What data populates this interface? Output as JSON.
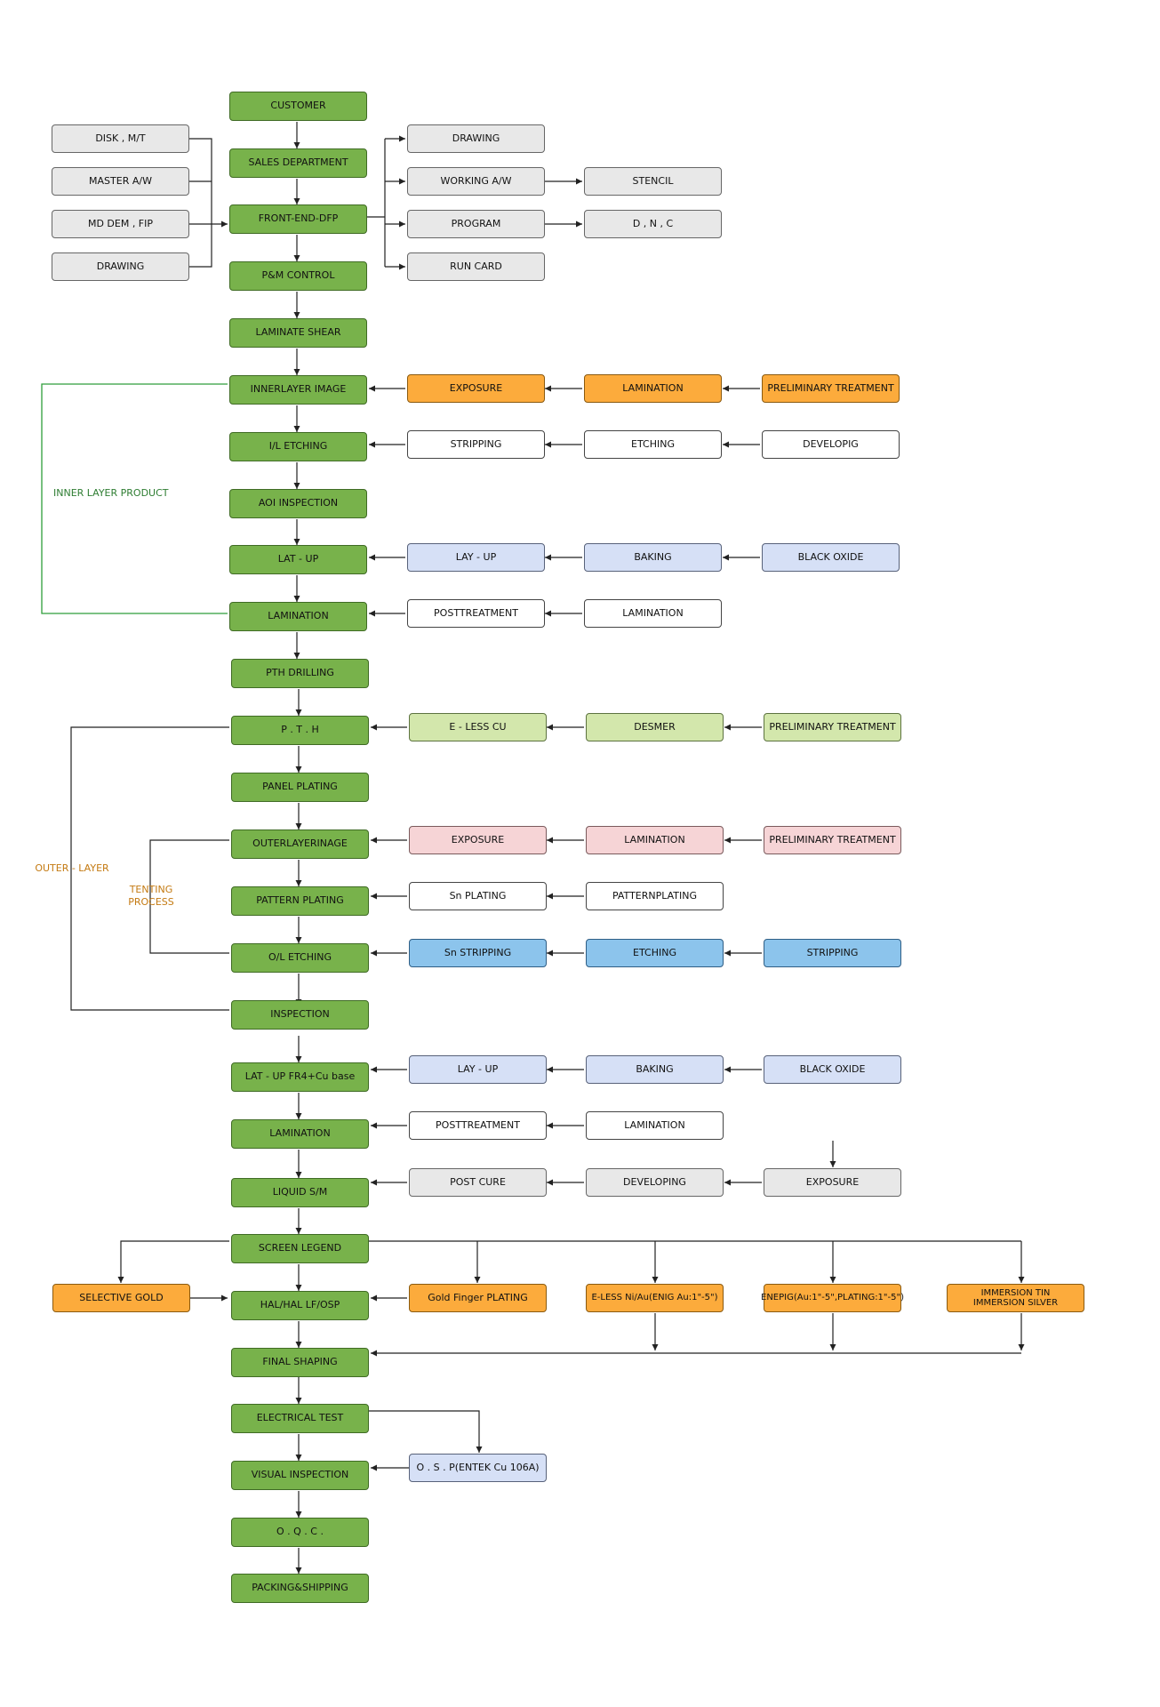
{
  "nodes": {
    "customer": "CUSTOMER",
    "sales_department": "SALES DEPARTMENT",
    "front_end_dfp": "FRONT-END-DFP",
    "pm_control": "P&M CONTROL",
    "laminate_shear": "LAMINATE SHEAR",
    "innerlayer_image": "INNERLAYER IMAGE",
    "il_etching": "I/L ETCHING",
    "aoi_inspection": "AOI INSPECTION",
    "lat_up_1": "LAT - UP",
    "lamination_1": "LAMINATION",
    "pth_drilling": "PTH DRILLING",
    "pth": "P . T . H",
    "panel_plating": "PANEL PLATING",
    "outerlayerinage": "OUTERLAYERINAGE",
    "pattern_plating": "PATTERN PLATING",
    "ol_etching": "O/L ETCHING",
    "inspection": "INSPECTION",
    "lat_up_fr4": "LAT - UP   FR4+Cu base",
    "lamination_2": "LAMINATION",
    "liquid_sm": "LIQUID S/M",
    "screen_legend": "SCREEN LEGEND",
    "hal_osp": "HAL/HAL LF/OSP",
    "final_shaping": "FINAL SHAPING",
    "electrical_test": "ELECTRICAL TEST",
    "visual_inspection": "VISUAL INSPECTION",
    "oqc": "O . Q . C .",
    "packing_shipping": "PACKING&SHIPPING",
    "disk_mt": "DISK , M/T",
    "master_aw": "MASTER A/W",
    "md_dem_fip": "MD DEM , FIP",
    "drawing_in": "DRAWING",
    "drawing_out": "DRAWING",
    "working_aw": "WORKING A/W",
    "program": "PROGRAM",
    "run_card": "RUN CARD",
    "stencil": "STENCIL",
    "dnc": "D , N , C",
    "exposure_1": "EXPOSURE",
    "lamination_o1": "LAMINATION",
    "prelim_1": "PRELIMINARY TREATMENT",
    "stripping_1": "STRIPPING",
    "etching_1": "ETCHING",
    "developig": "DEVELOPIG",
    "lay_up_1": "LAY - UP",
    "baking_1": "BAKING",
    "black_oxide_1": "BLACK OXIDE",
    "posttreatment_1": "POSTTREATMENT",
    "lamination_w1": "LAMINATION",
    "e_less_cu": "E - LESS CU",
    "desmer": "DESMER",
    "prelim_2": "PRELIMINARY TREATMENT",
    "exposure_2": "EXPOSURE",
    "lamination_p2": "LAMINATION",
    "prelim_3": "PRELIMINARY TREATMENT",
    "sn_plating": "Sn PLATING",
    "patternplating": "PATTERNPLATING",
    "sn_stripping": "Sn STRIPPING",
    "etching_2": "ETCHING",
    "stripping_2": "STRIPPING",
    "lay_up_2": "LAY - UP",
    "baking_2": "BAKING",
    "black_oxide_2": "BLACK OXIDE",
    "posttreatment_2": "POSTTREATMENT",
    "lamination_w2": "LAMINATION",
    "post_cure": "POST CURE",
    "developing": "DEVELOPING",
    "exposure_3": "EXPOSURE",
    "selective_gold": "SELECTIVE GOLD",
    "gold_finger": "Gold Finger PLATING",
    "e_less_ni_au": "E-LESS Ni/Au(ENIG Au:1\"-5\")",
    "enepig": "ENEPIG(Au:1\"-5\",PLATING:1\"-5\")",
    "immersion": "IMMERSION TIN\nIMMERSION SILVER",
    "osp_entek": "O . S . P(ENTEK Cu 106A)"
  },
  "labels": {
    "inner_layer_product": "INNER LAYER PRODUCT",
    "outer_layer": "OUTER - LAYER",
    "tenting_process": "TENTING\nPROCESS"
  },
  "colors": {
    "main_green": "#78b24b",
    "gray": "#e8e8e8",
    "orange": "#fcab3c",
    "light_blue": "#d6e0f6",
    "light_green": "#d3e7ac",
    "pink": "#f6d4d6",
    "sky_blue": "#8cc4ec",
    "inner_loop_line": "#2e9e3a",
    "outer_label": "#c47a12"
  }
}
